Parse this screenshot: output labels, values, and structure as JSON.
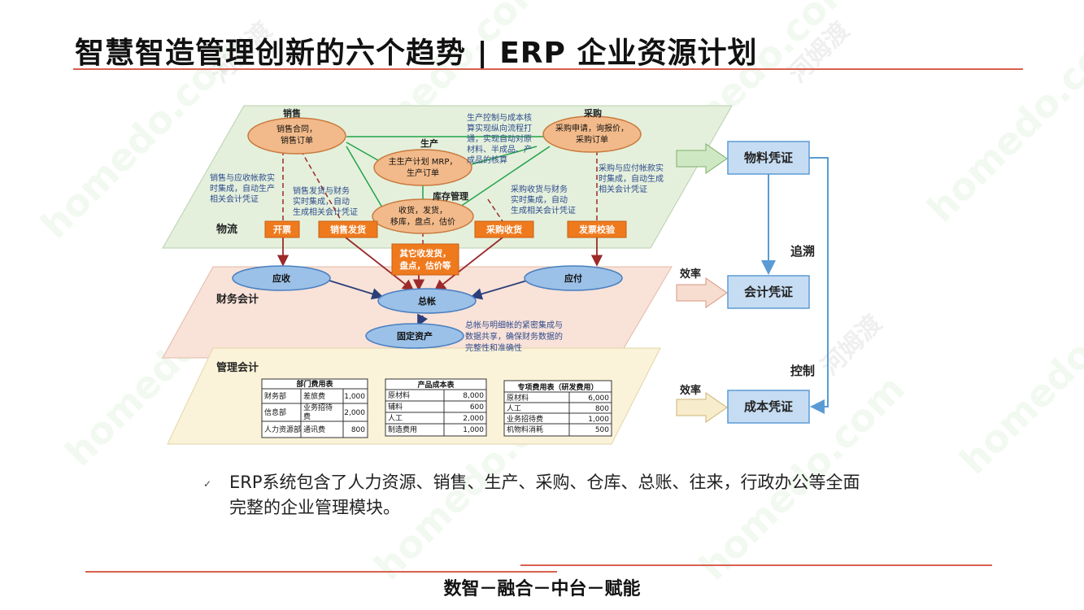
{
  "slide": {
    "title": "智慧智造管理创新的六个趋势 | ERP 企业资源计划",
    "bullet": "ERP系统包含了人力资源、销售、生产、采购、仓库、总账、往来，行政办公等全面完整的企业管理模块。",
    "bullet_marker": "✓",
    "footer": "数智－融合－中台－赋能",
    "watermark_text": "homedo.com",
    "watermark_cn": "河姆渡"
  },
  "diagram": {
    "layers": {
      "logistics": "物流",
      "finance": "财务会计",
      "management": "管理会计"
    },
    "section_labels": {
      "sales": "销售",
      "production": "生产",
      "purchase": "采购",
      "inventory": "库存管理"
    },
    "nodes": {
      "sales_order": "销售合同，销售订单",
      "purchase_req": "采购申请，询报价，采购订单",
      "master_plan": "主生产计划 MRP，生产订单",
      "inventory_ops": "收货，发货，移库，盘点，估价",
      "receivable": "应收",
      "payable": "应付",
      "ledger": "总帐",
      "fixed_assets": "固定资产"
    },
    "tags": {
      "invoice": "开票",
      "sales_ship": "销售发货",
      "purchase_recv": "采购收货",
      "invoice_check": "发票校验",
      "other": "其它收发货，盘点，估价等"
    },
    "notes": {
      "sales_ar": "销售与应收帐款实时集成，自动生产相关会计凭证",
      "sales_ship": "销售发货与财务实时集成，自动生成相关会计凭证",
      "production_cost": "生产控制与成本核算实现纵向流程打通，实现自动对原材料、半成品、产成品的核算",
      "purchase_recv": "采购收货与财务实时集成，自动生成相关会计凭证",
      "purchase_ap": "采购与应付帐款实时集成，自动生成相关会计凭证",
      "ledger": "总帐与明细帐的紧密集成与数据共享，确保财务数据的完整性和准确性"
    },
    "vouchers": {
      "material": "物料凭证",
      "accounting": "会计凭证",
      "cost": "成本凭证"
    },
    "side_labels": {
      "trace": "追溯",
      "control": "控制",
      "efficiency1": "效率",
      "efficiency2": "效率"
    },
    "tables": [
      {
        "title": "部门费用表",
        "rows": [
          [
            "财务部",
            "差旅费",
            "1,000"
          ],
          [
            "信息部",
            "业务招待费",
            "2,000"
          ],
          [
            "人力资源部",
            "通讯费",
            "800"
          ]
        ]
      },
      {
        "title": "产品成本表",
        "rows": [
          [
            "原材料",
            "8,000"
          ],
          [
            "辅料",
            "600"
          ],
          [
            "人工",
            "2,000"
          ],
          [
            "制造费用",
            "1,000"
          ]
        ]
      },
      {
        "title": "专项费用表（研发费用）",
        "rows": [
          [
            "原材料",
            "6,000"
          ],
          [
            "人工",
            "800"
          ],
          [
            "业务招待费",
            "1,000"
          ],
          [
            "机物料消耗",
            "500"
          ]
        ]
      }
    ]
  },
  "colors": {
    "accent_line": "#d9614f",
    "plane_top": "#e4f0dc",
    "plane_mid": "#f9e2d8",
    "plane_bottom": "#fbf3d9",
    "ellipse_fill": "#f2ba8a",
    "ellipse_blue": "#9bc1e8",
    "tag_orange": "#ef7a1e",
    "voucher_blue": "#c6dcf2",
    "green_line": "#22a34a",
    "dark_red": "#9c2a2a"
  }
}
